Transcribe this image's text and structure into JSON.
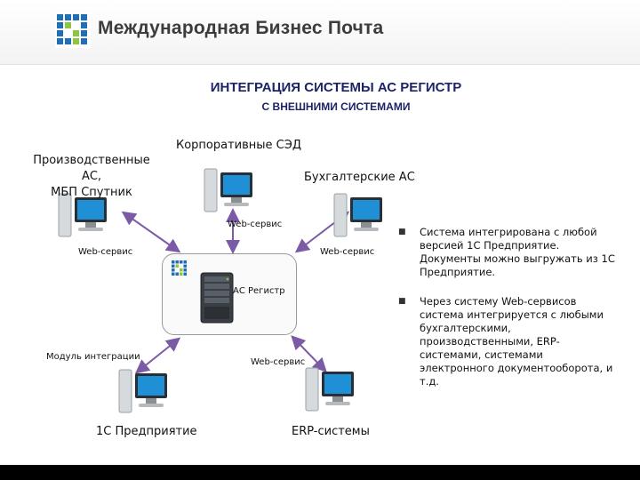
{
  "header": {
    "brand": "Международная Бизнес Почта",
    "logo_color": "#1f6fb8",
    "logo_accent": "#8dc63f"
  },
  "title": {
    "line1": "ИНТЕГРАЦИЯ СИСТЕМЫ АС РЕГИСТР",
    "line2": "С ВНЕШНИМИ СИСТЕМАМИ"
  },
  "nodes": {
    "production": "Производственные АС,\nМБП Спутник",
    "corporate": "Корпоративные СЭД",
    "accounting": "Бухгалтерские АС",
    "center": "АС Регистр",
    "onec": "1С Предприятие",
    "erp": "ERP-системы",
    "integration_module": "Модуль интеграции"
  },
  "edges": {
    "web_service_top": "Web-сервис",
    "web_service_left": "Web-сервис",
    "web_service_right": "Web-сервис",
    "web_service_bottom": "Web-сервис"
  },
  "bullets": [
    "Система интегрирована с любой версией 1С Предприятие. Документы можно выгружать из 1С Предприятие.",
    "Через систему Web-сервисов система интегрируется с любыми бухгалтерскими, производственными, ERP-системами, системами электронного документооборота, и т.д."
  ],
  "colors": {
    "title": "#1c2366",
    "arrow": "#7b5aa6",
    "screen": "#1f8fd6",
    "footer": "#000000"
  }
}
